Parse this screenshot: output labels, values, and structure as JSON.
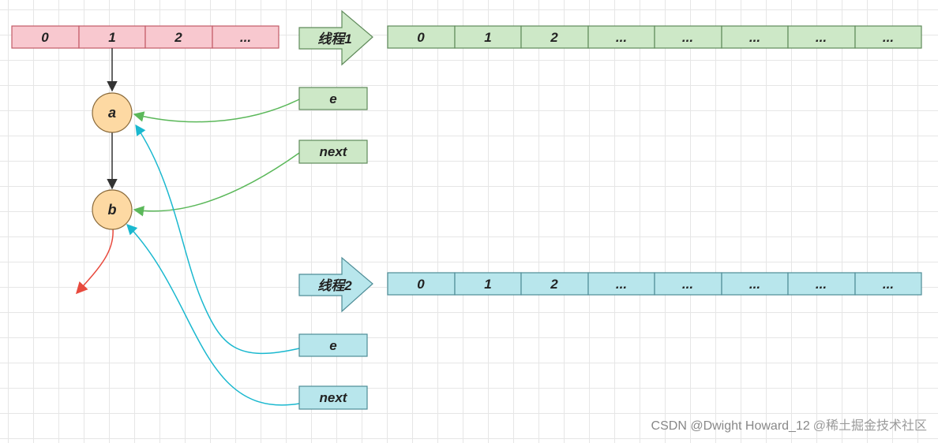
{
  "colors": {
    "red_fill": "#f8c8cf",
    "red_stroke": "#c25a66",
    "green_fill": "#cde8c7",
    "green_stroke": "#5f8a5a",
    "blue_fill": "#b8e6ec",
    "blue_stroke": "#4e8c96",
    "node_fill": "#fdd9a3",
    "node_stroke": "#8a6a3a",
    "green_arrow": "#5bb85a",
    "cyan_arrow": "#1ab8cf",
    "red_arrow": "#e84a3e",
    "black_arrow": "#333333"
  },
  "main_array": {
    "cells": [
      "0",
      "1",
      "2",
      "..."
    ]
  },
  "nodes": {
    "a": "a",
    "b": "b"
  },
  "thread1": {
    "label": "线程1",
    "array": [
      "0",
      "1",
      "2",
      "...",
      "...",
      "...",
      "...",
      "..."
    ],
    "e_label": "e",
    "next_label": "next"
  },
  "thread2": {
    "label": "线程2",
    "array": [
      "0",
      "1",
      "2",
      "...",
      "...",
      "...",
      "...",
      "..."
    ],
    "e_label": "e",
    "next_label": "next"
  },
  "watermark": {
    "part1": "CSDN @Dwight Howard_12",
    "part2": "@稀土掘金技术社区"
  }
}
